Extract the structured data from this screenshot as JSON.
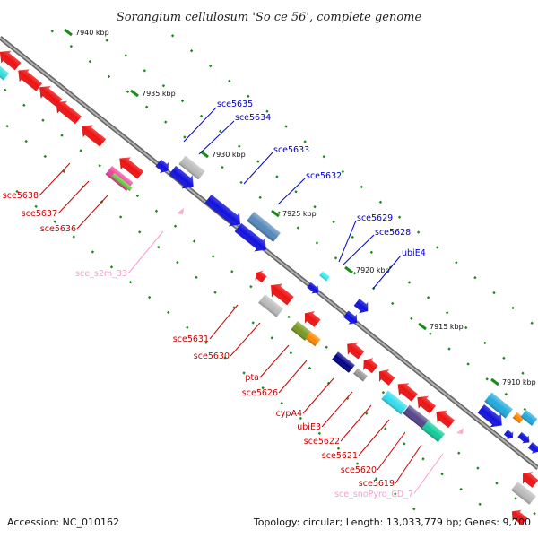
{
  "title": "Sorangium cellulosum 'So ce 56', complete genome",
  "footer": {
    "accession": "Accession: NC_010162",
    "summary": "Topology: circular; Length: 13,033,779 bp; Genes: 9,700"
  },
  "colors": {
    "backbone": "#888888",
    "tick": "#1a8a1a",
    "label_forward": "#0000cc",
    "label_reverse": "#cc0000",
    "label_rna": "#ff99cc"
  },
  "scale_labels": [
    "7940 kbp",
    "7935 kbp",
    "7930 kbp",
    "7925 kbp",
    "7920 kbp",
    "7915 kbp",
    "7910 kbp"
  ],
  "forward_gene_labels": [
    "sce5635",
    "sce5634",
    "sce5633",
    "sce5632",
    "sce5629",
    "sce5628",
    "ubiE4"
  ],
  "reverse_gene_labels": [
    "sce5638",
    "sce5637",
    "sce5636",
    "sce5631",
    "sce5630",
    "pta",
    "sce5626",
    "cypA4",
    "ubiE3",
    "sce5622",
    "sce5621",
    "sce5620",
    "sce5619"
  ],
  "rna_labels": [
    "sce_s2m_33",
    "sce_snoPyro_CD_7"
  ]
}
